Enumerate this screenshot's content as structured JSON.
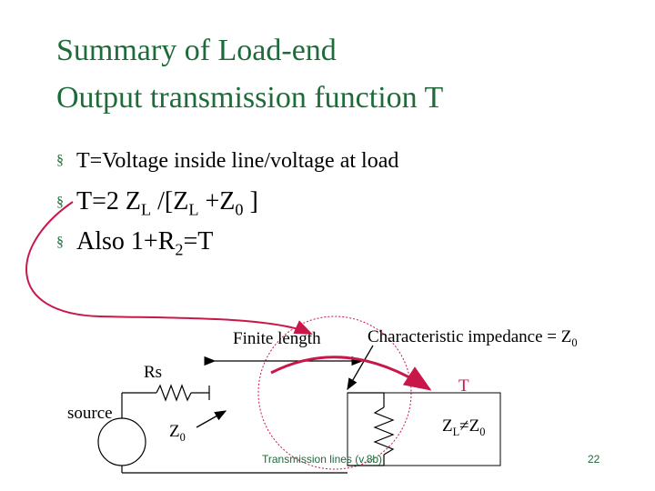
{
  "slide": {
    "title_line1": "Summary of Load-end",
    "title_line2": "Output transmission function T",
    "bullet1": "T=Voltage inside line/voltage at load",
    "bullet2": {
      "a": "T=2 Z",
      "sub1": "L",
      "b": " /[Z",
      "sub2": "L",
      "c": " +Z",
      "sub3": "0",
      "d": " ]"
    },
    "bullet3": {
      "a": "Also 1+R",
      "sub1": "2",
      "b": "=T"
    }
  },
  "diagram": {
    "finite_length": "Finite length",
    "char_imp": "Characteristic impedance = Z",
    "char_imp_sub": "0",
    "rs": "Rs",
    "source": "source",
    "z0": "Z",
    "z0_sub": "0",
    "t_label": "T",
    "zl": "Z",
    "zl_sub1": "L",
    "zl_ne": "≠Z",
    "zl_sub2": "0"
  },
  "footer": {
    "caption": "Transmission lines (v.8b)",
    "page": "22"
  },
  "colors": {
    "title": "#1e6b3a",
    "accent": "#c8184a",
    "circle": "#c8184a"
  }
}
